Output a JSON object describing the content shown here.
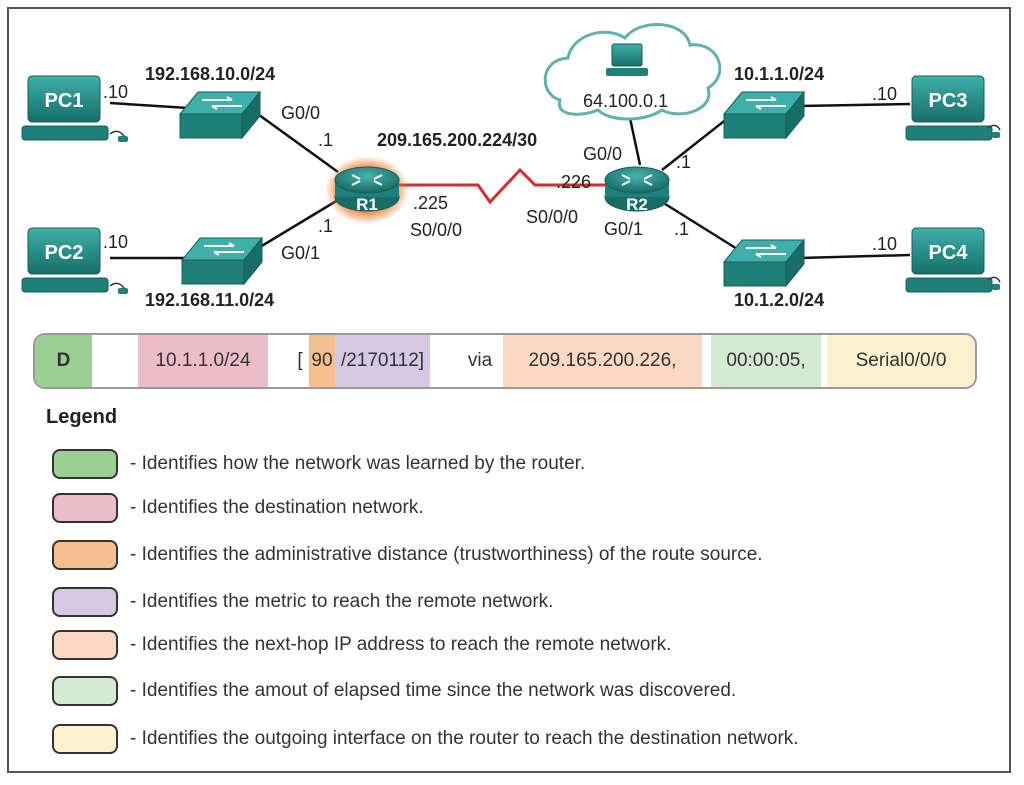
{
  "topology": {
    "pcs": [
      {
        "id": "pc1",
        "label": "PC1",
        "host": ".10"
      },
      {
        "id": "pc2",
        "label": "PC2",
        "host": ".10"
      },
      {
        "id": "pc3",
        "label": "PC3",
        "host": ".10"
      },
      {
        "id": "pc4",
        "label": "PC4",
        "host": ".10"
      }
    ],
    "routers": [
      {
        "id": "r1",
        "label": "R1"
      },
      {
        "id": "r2",
        "label": "R2"
      }
    ],
    "networks": {
      "lan1": "192.168.10.0/24",
      "lan2": "192.168.11.0/24",
      "lan3": "10.1.1.0/24",
      "lan4": "10.1.2.0/24",
      "wan": "209.165.200.224/30",
      "isp": "64.100.0.1"
    },
    "r1_labels": {
      "g00": "G0/0",
      "g00_host": ".1",
      "g01": "G0/1",
      "g01_host": ".1",
      "s000_host": ".225",
      "s000": "S0/0/0"
    },
    "r2_labels": {
      "g00": "G0/0",
      "g00_host": ".1",
      "g01": "G0/1",
      "g01_host": ".1",
      "s000_host": ".226",
      "s000": "S0/0/0"
    }
  },
  "route_entry": {
    "code": "D",
    "network": "10.1.1.0/24",
    "bracket_open": "[",
    "ad": "90",
    "metric": "/2170112]",
    "via": "via",
    "next_hop": "209.165.200.226,",
    "time": "00:00:05,",
    "interface": "Serial0/0/0"
  },
  "legend": {
    "title": "Legend",
    "items": [
      {
        "color": "#9ccf93",
        "text": "- Identifies how the network was learned by the router."
      },
      {
        "color": "#ebbcca",
        "text": "- Identifies the destination network."
      },
      {
        "color": "#f5bf8f",
        "text": "- Identifies the administrative distance (trustworthiness) of the route source."
      },
      {
        "color": "#d6c8e4",
        "text": "- Identifies the metric to reach the remote network."
      },
      {
        "color": "#fbd8c4",
        "text": "- Identifies the next-hop IP address to reach the remote network."
      },
      {
        "color": "#d4ead2",
        "text": "- Identifies the amout of elapsed time since the network was discovered."
      },
      {
        "color": "#fcf1cf",
        "text": "- Identifies the outgoing interface on the router to reach the destination network."
      }
    ]
  },
  "colors": {
    "device": "#1f7f79",
    "device_light": "#3aa6a0",
    "highlight": "#f07a2a",
    "serial_link": "#d42b2b"
  }
}
